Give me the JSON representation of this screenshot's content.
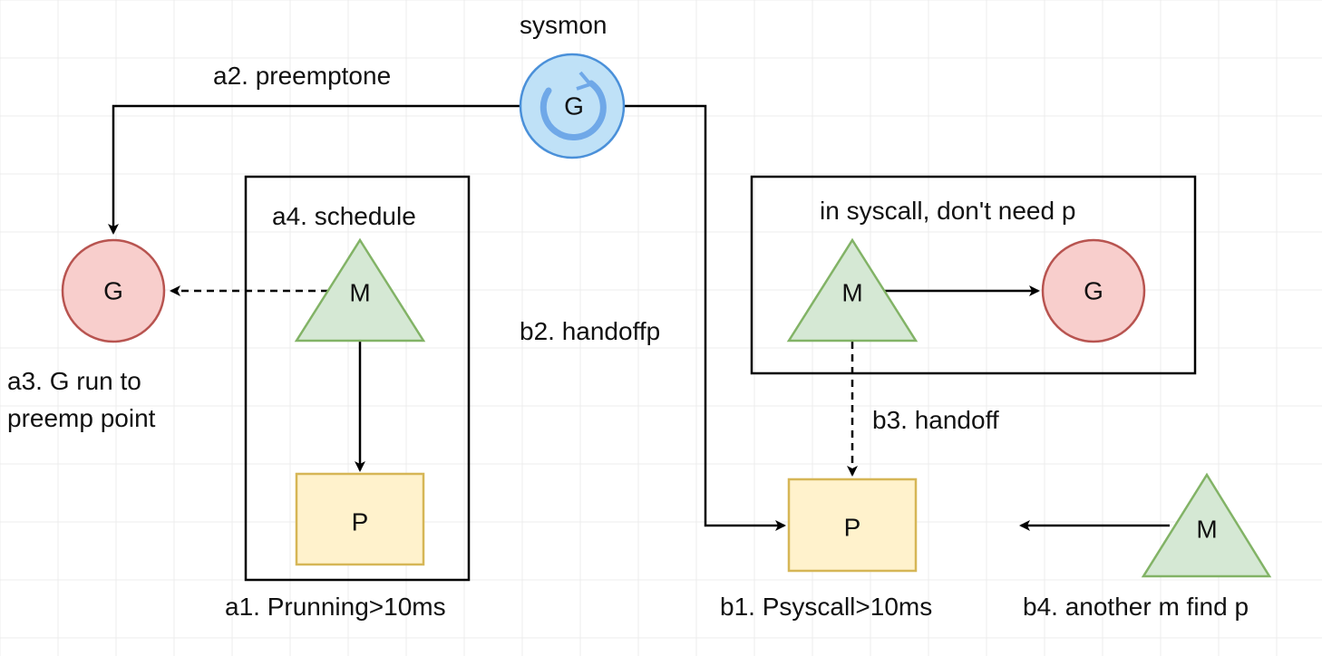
{
  "labels": {
    "sysmon": "sysmon",
    "a1": "a1. Prunning>10ms",
    "a2": "a2. preemptone",
    "a3_line1": "a3. G run to",
    "a3_line2": "preemp point",
    "a4": "a4. schedule",
    "b1": "b1. Psyscall>10ms",
    "b2": "b2. handoffp",
    "b3": "b3. handoff",
    "b4": "b4. another m find p",
    "syscall_box": "in syscall, don't need p"
  },
  "nodes": {
    "sysmon_g": "G",
    "preempt_g": "G",
    "schedule_m": "M",
    "running_p": "P",
    "syscall_m": "M",
    "syscall_g": "G",
    "syscall_p": "P",
    "another_m": "M"
  },
  "colors": {
    "g_red_fill": "#f8cecc",
    "g_red_stroke": "#b85450",
    "g_blue_fill": "#bfe1f7",
    "g_blue_stroke": "#4a90d9",
    "m_green_fill": "#d5e8d4",
    "m_green_stroke": "#82b366",
    "p_yellow_fill": "#fff2cc",
    "p_yellow_stroke": "#d6b656",
    "grid": "#ececec",
    "line": "#000000"
  },
  "icons": {
    "sysmon_refresh": "refresh-icon"
  }
}
